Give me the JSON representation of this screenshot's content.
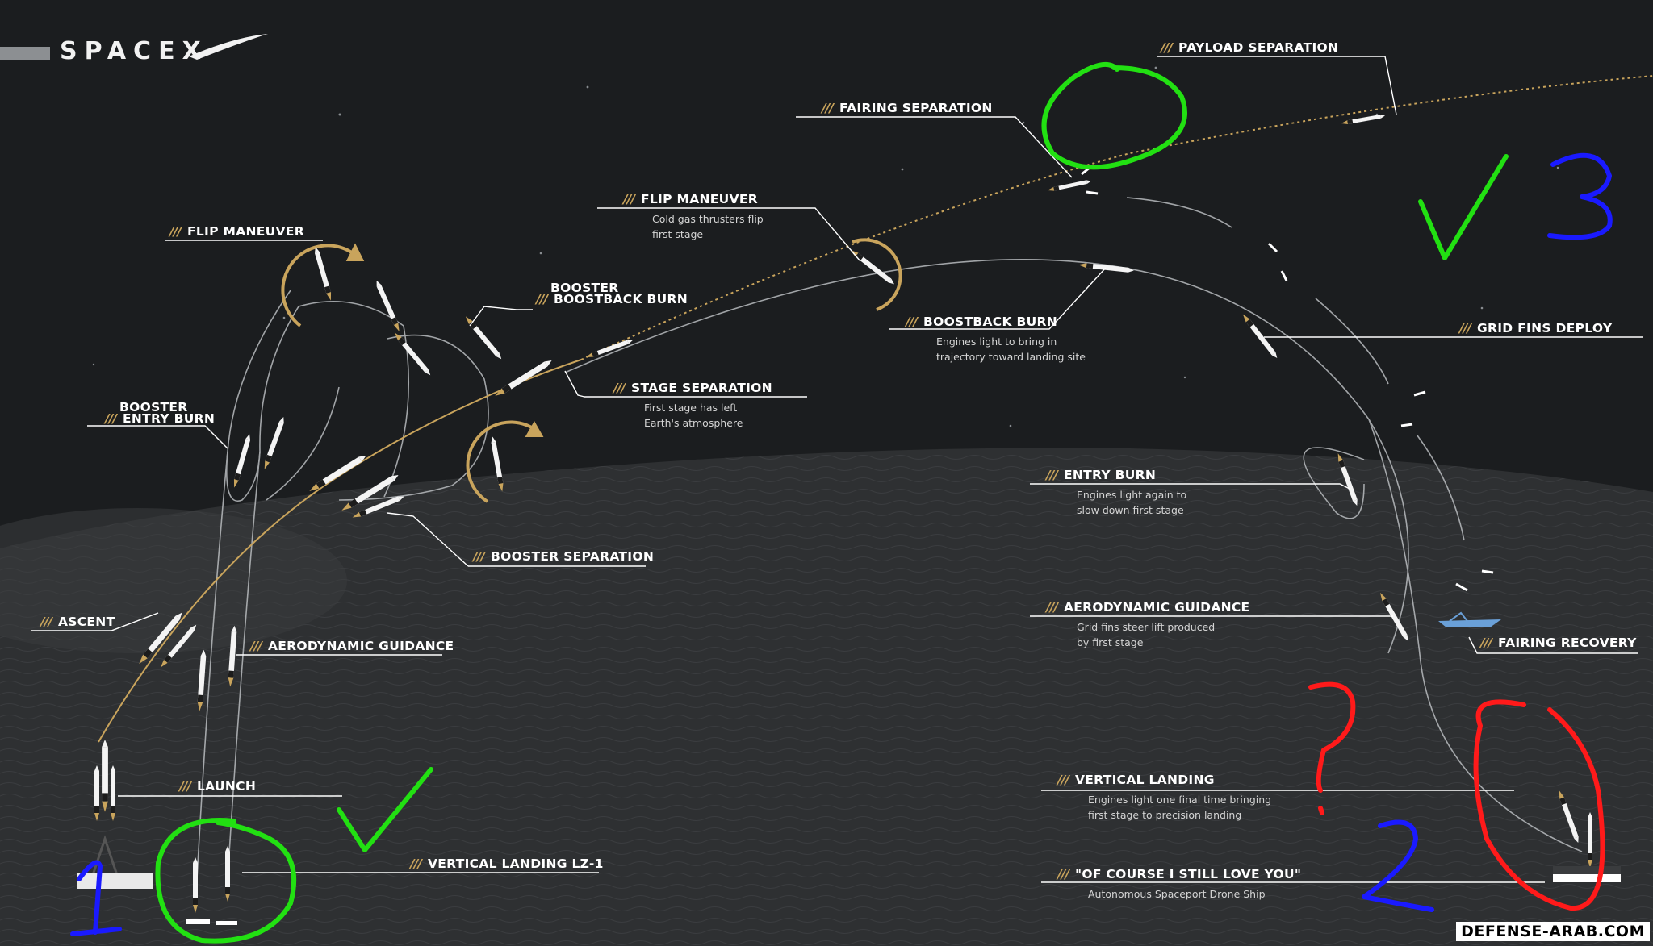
{
  "brand": "SPACEX",
  "watermark": "DEFENSE-ARAB.COM",
  "colors": {
    "background": "#1b1d1f",
    "earth": "#2e3032",
    "accent_gold": "#c9a45c",
    "trajectory_grey": "#b9bcbf",
    "label_text": "#ffffff",
    "annotation_green": "#22e012",
    "annotation_blue": "#1a1aff",
    "annotation_red": "#ff1a1a"
  },
  "labels": {
    "payload_separation": {
      "title": "PAYLOAD SEPARATION"
    },
    "fairing_separation": {
      "title": "FAIRING SEPARATION"
    },
    "flip_maneuver_center": {
      "title": "FLIP MANEUVER",
      "desc1": "Cold gas thrusters flip",
      "desc2": "first stage"
    },
    "flip_maneuver_left": {
      "title": "FLIP MANEUVER"
    },
    "booster_boostback": {
      "line1": "BOOSTER",
      "line2": "BOOSTBACK BURN"
    },
    "boostback_burn": {
      "title": "BOOSTBACK BURN",
      "desc1": "Engines light to bring in",
      "desc2": "trajectory toward landing site"
    },
    "grid_fins_deploy": {
      "title": "GRID FINS DEPLOY"
    },
    "stage_separation": {
      "title": "STAGE SEPARATION",
      "desc1": "First stage has left",
      "desc2": "Earth's atmosphere"
    },
    "booster_entry_burn": {
      "line1": "BOOSTER",
      "line2": "ENTRY BURN"
    },
    "entry_burn": {
      "title": "ENTRY BURN",
      "desc1": "Engines light again to",
      "desc2": "slow down first stage"
    },
    "booster_separation": {
      "title": "BOOSTER SEPARATION"
    },
    "aerodynamic_guidance_right": {
      "title": "AERODYNAMIC GUIDANCE",
      "desc1": "Grid fins steer lift produced",
      "desc2": "by first stage"
    },
    "ascent": {
      "title": "ASCENT"
    },
    "aerodynamic_guidance_left": {
      "title": "AERODYNAMIC GUIDANCE"
    },
    "fairing_recovery": {
      "title": "FAIRING RECOVERY"
    },
    "launch": {
      "title": "LAUNCH"
    },
    "vertical_landing_right": {
      "title": "VERTICAL LANDING",
      "desc1": "Engines light one final time bringing",
      "desc2": "first stage to precision landing"
    },
    "vertical_landing_lz1": {
      "title": "VERTICAL LANDING  LZ-1"
    },
    "of_course": {
      "title": "\"OF COURSE I STILL LOVE YOU\"",
      "desc1": "Autonomous Spaceport Drone Ship"
    }
  },
  "annotations": {
    "number_1": "1",
    "number_2": "2",
    "number_3": "3",
    "question_mark": "?"
  }
}
